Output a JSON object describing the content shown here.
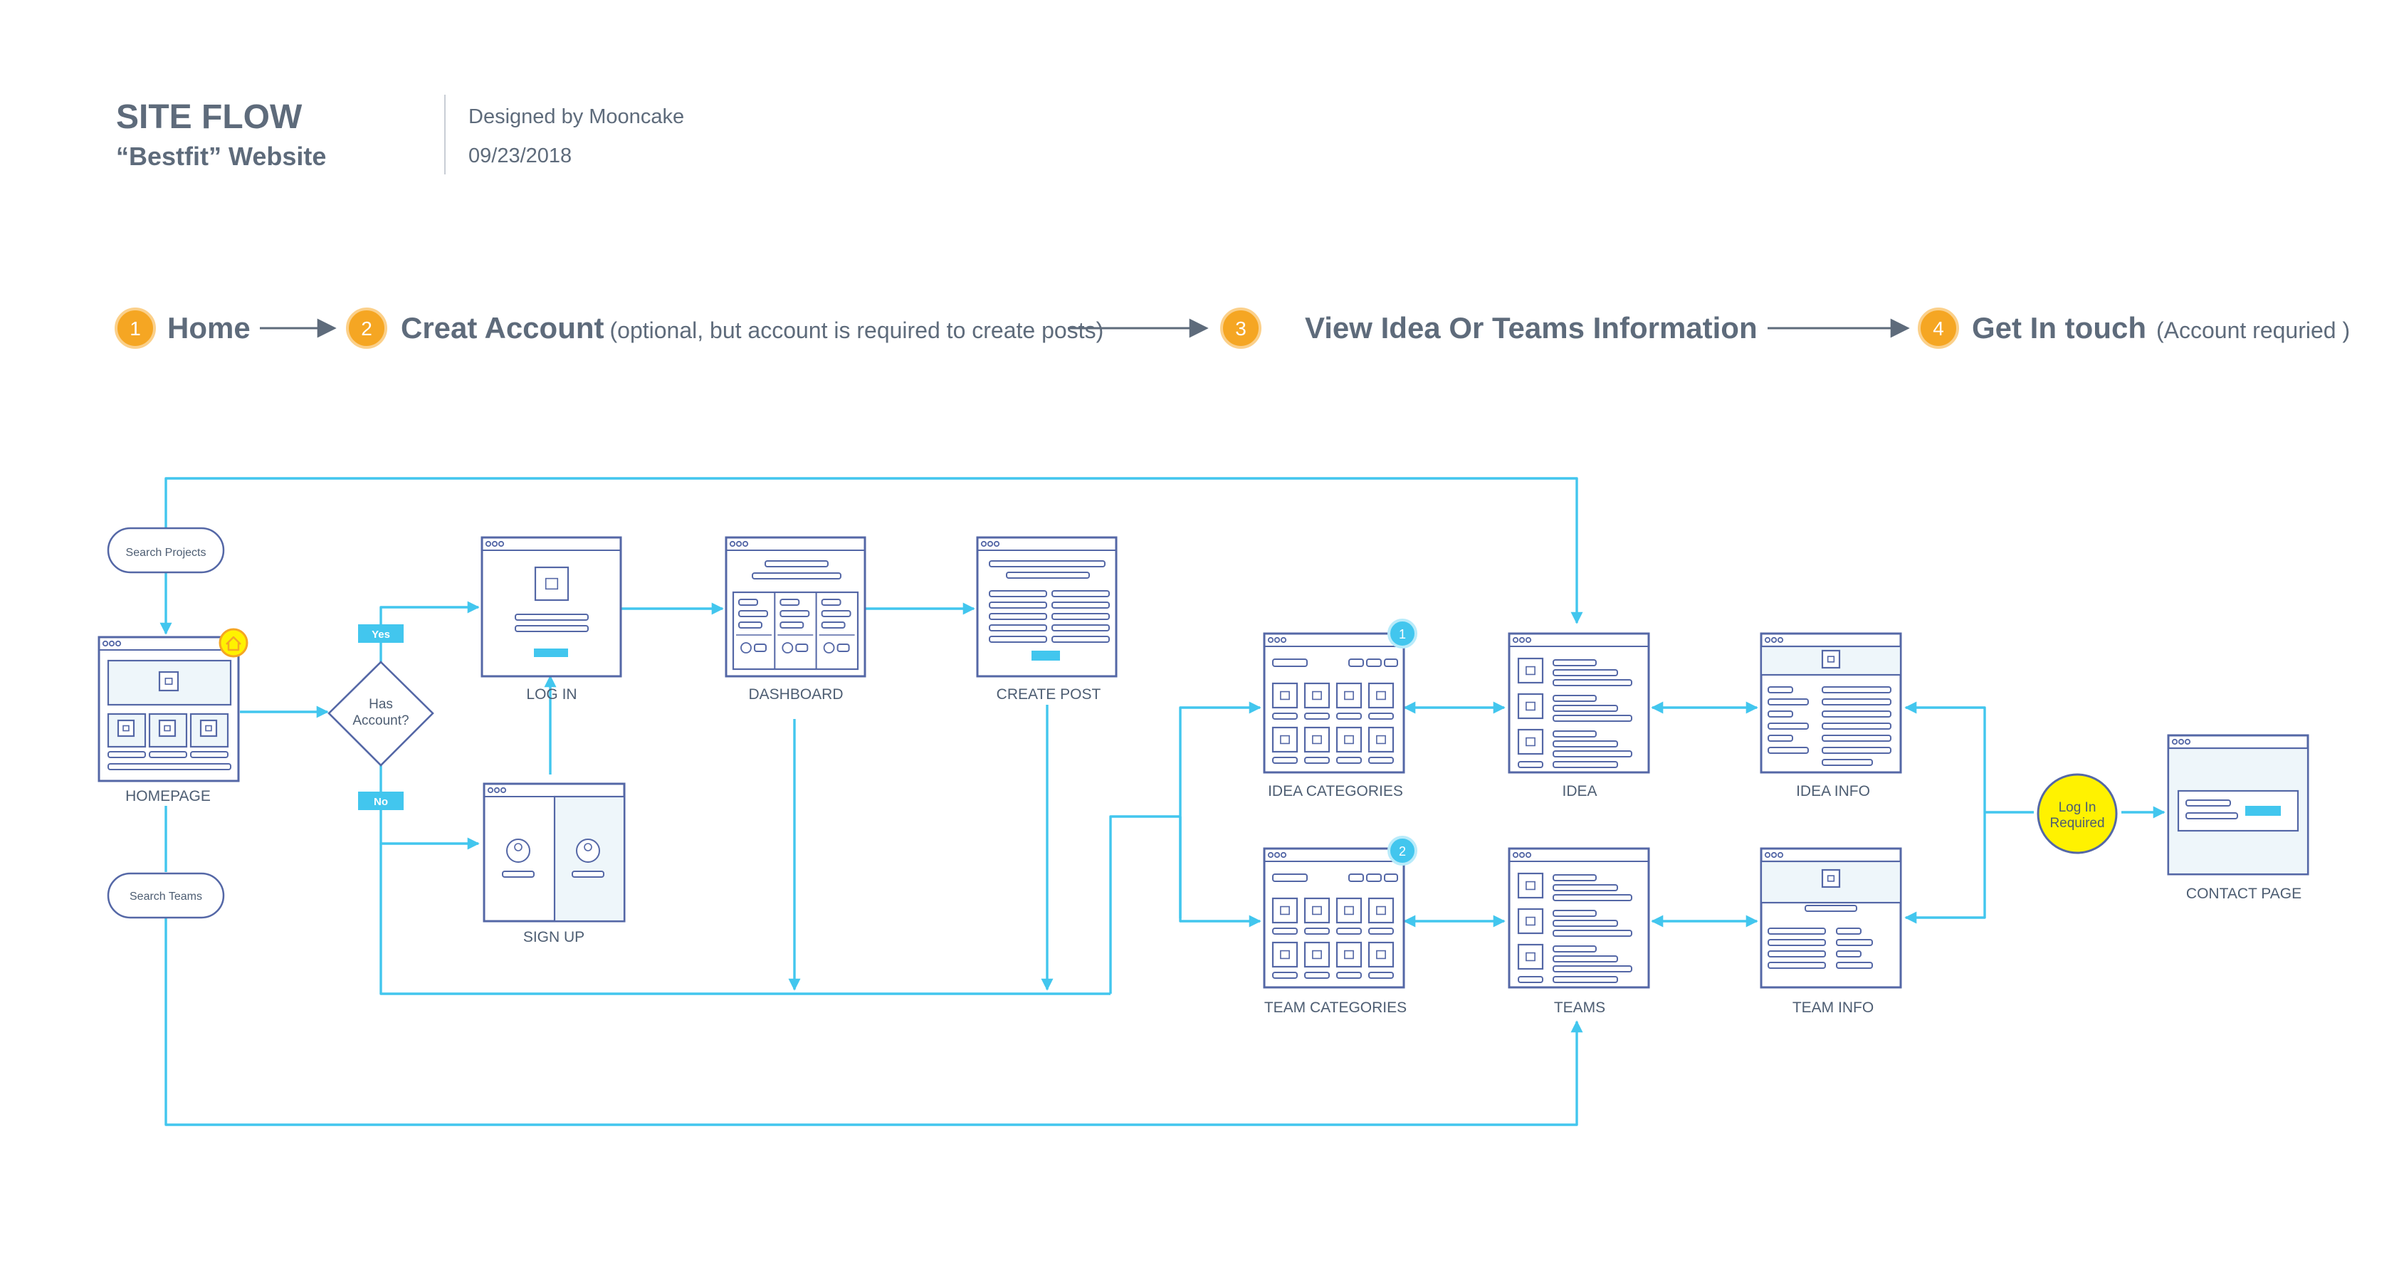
{
  "header": {
    "title": "SITE FLOW",
    "subtitle": "“Bestfit” Website",
    "designer": "Designed by Mooncake",
    "date": "09/23/2018"
  },
  "steps": [
    {
      "num": "1",
      "label": "Home",
      "note": ""
    },
    {
      "num": "2",
      "label": "Creat Account",
      "note": "(optional, but account is required to create posts)"
    },
    {
      "num": "3",
      "label": "View Idea Or Teams Information",
      "note": ""
    },
    {
      "num": "4",
      "label": "Get In touch",
      "note": "(Account requried )"
    }
  ],
  "pills": {
    "search_projects": "Search Projects",
    "search_teams": "Search Teams"
  },
  "decision": {
    "line1": "Has",
    "line2": "Account?",
    "yes": "Yes",
    "no": "No"
  },
  "login_required": {
    "line1": "Log In",
    "line2": "Required"
  },
  "badges": {
    "idea_categories": "1",
    "team_categories": "2"
  },
  "pages": {
    "homepage": "HOMEPAGE",
    "login": "LOG IN",
    "signup": "SIGN UP",
    "dashboard": "DASHBOARD",
    "create_post": "CREATE POST",
    "idea_categories": "IDEA CATEGORIES",
    "team_categories": "TEAM CATEGORIES",
    "idea": "IDEA",
    "teams": "TEAMS",
    "idea_info": "IDEA INFO",
    "team_info": "TEAM INFO",
    "contact": "CONTACT PAGE"
  },
  "colors": {
    "line": "#42c6ee",
    "outline": "#5467a6",
    "step_circle": "#f5a623",
    "login_required": "#fff200",
    "text": "#5e6b7b"
  }
}
